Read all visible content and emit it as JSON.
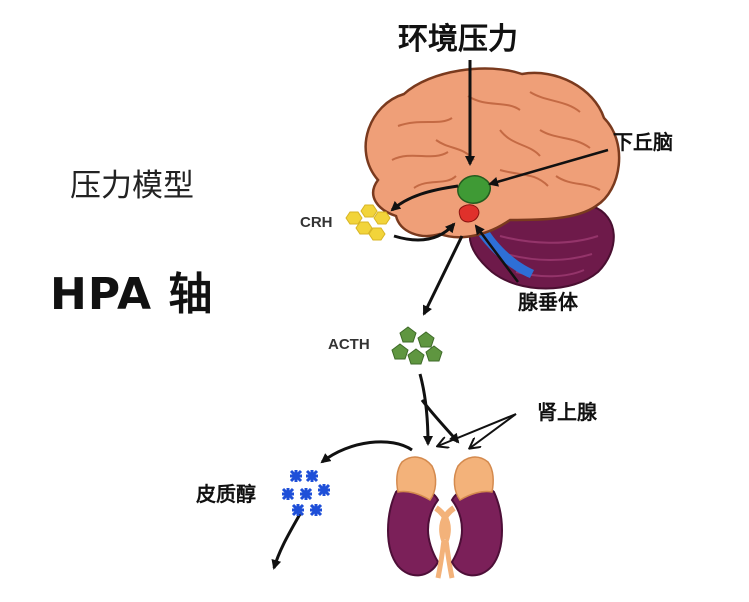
{
  "title": "环境压力",
  "model_label": "压力模型",
  "axis_label": "HPA 轴",
  "labels": {
    "hypothalamus": "下丘脑",
    "crh": "CRH",
    "pituitary": "腺垂体",
    "acth": "ACTH",
    "adrenal": "肾上腺",
    "cortisol": "皮质醇"
  },
  "colors": {
    "brain": "#ef9f78",
    "brain_outline": "#7a3a1e",
    "cerebellum": "#6e1a4a",
    "brainstem": "#2e6fd6",
    "hypothalamus": "#3f9a35",
    "pituitary": "#e0312b",
    "crh": "#f2d43a",
    "acth": "#5f9640",
    "cortisol": "#1e4fd8",
    "kidney": "#7b2059",
    "adrenal_gland": "#f3b27a"
  }
}
